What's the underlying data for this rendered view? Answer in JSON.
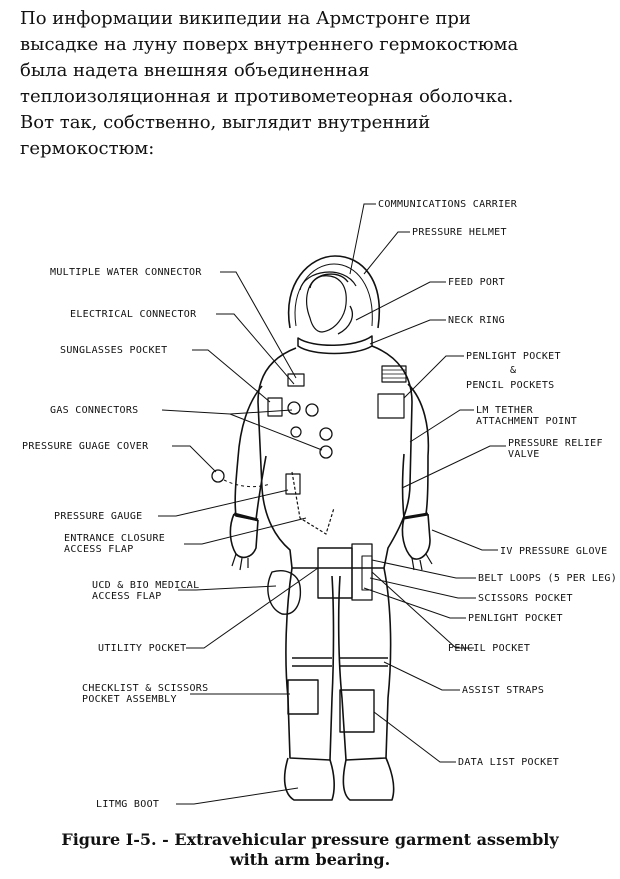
{
  "intro_lines": [
    "По информации википедии на Армстронге при",
    "высадке на луну поверх внутреннего гермокостюма",
    "была надета внешняя объединенная",
    "теплоизоляционная и противометеорная оболочка.",
    "Вот так, собственно, выглядит внутренний",
    "гермокостюм:"
  ],
  "labels": {
    "communications_carrier": "COMMUNICATIONS CARRIER",
    "pressure_helmet": "PRESSURE HELMET",
    "multiple_water_connector": "MULTIPLE WATER CONNECTOR",
    "feed_port": "FEED PORT",
    "electrical_connector": "ELECTRICAL CONNECTOR",
    "neck_ring": "NECK RING",
    "sunglasses_pocket": "SUNGLASSES POCKET",
    "penlight_pencil_1": "PENLIGHT POCKET",
    "penlight_pencil_2": "&",
    "penlight_pencil_3": "PENCIL POCKETS",
    "gas_connectors": "GAS CONNECTORS",
    "lm_tether_1": "LM TETHER",
    "lm_tether_2": "ATTACHMENT POINT",
    "pressure_guage_cover": "PRESSURE GUAGE COVER",
    "pressure_relief_1": "PRESSURE RELIEF",
    "pressure_relief_2": "VALVE",
    "pressure_gauge": "PRESSURE GAUGE",
    "entrance_closure_1": "ENTRANCE CLOSURE",
    "entrance_closure_2": "ACCESS FLAP",
    "iv_pressure_glove": "IV PRESSURE GLOVE",
    "belt_loops": "BELT LOOPS (5 PER LEG)",
    "ucd_1": "UCD & BIO MEDICAL",
    "ucd_2": "ACCESS FLAP",
    "scissors_pocket": "SCISSORS POCKET",
    "penlight_pocket": "PENLIGHT POCKET",
    "utility_pocket": "UTILITY POCKET",
    "pencil_pocket": "PENCIL POCKET",
    "checklist_1": "CHECKLIST & SCISSORS",
    "checklist_2": "POCKET ASSEMBLY",
    "assist_straps": "ASSIST STRAPS",
    "data_list_pocket": "DATA LIST POCKET",
    "litmg_boot": "LITMG BOOT"
  },
  "caption_lines": [
    "Figure I-5. - Extravehicular pressure garment assembly",
    "with arm bearing."
  ]
}
